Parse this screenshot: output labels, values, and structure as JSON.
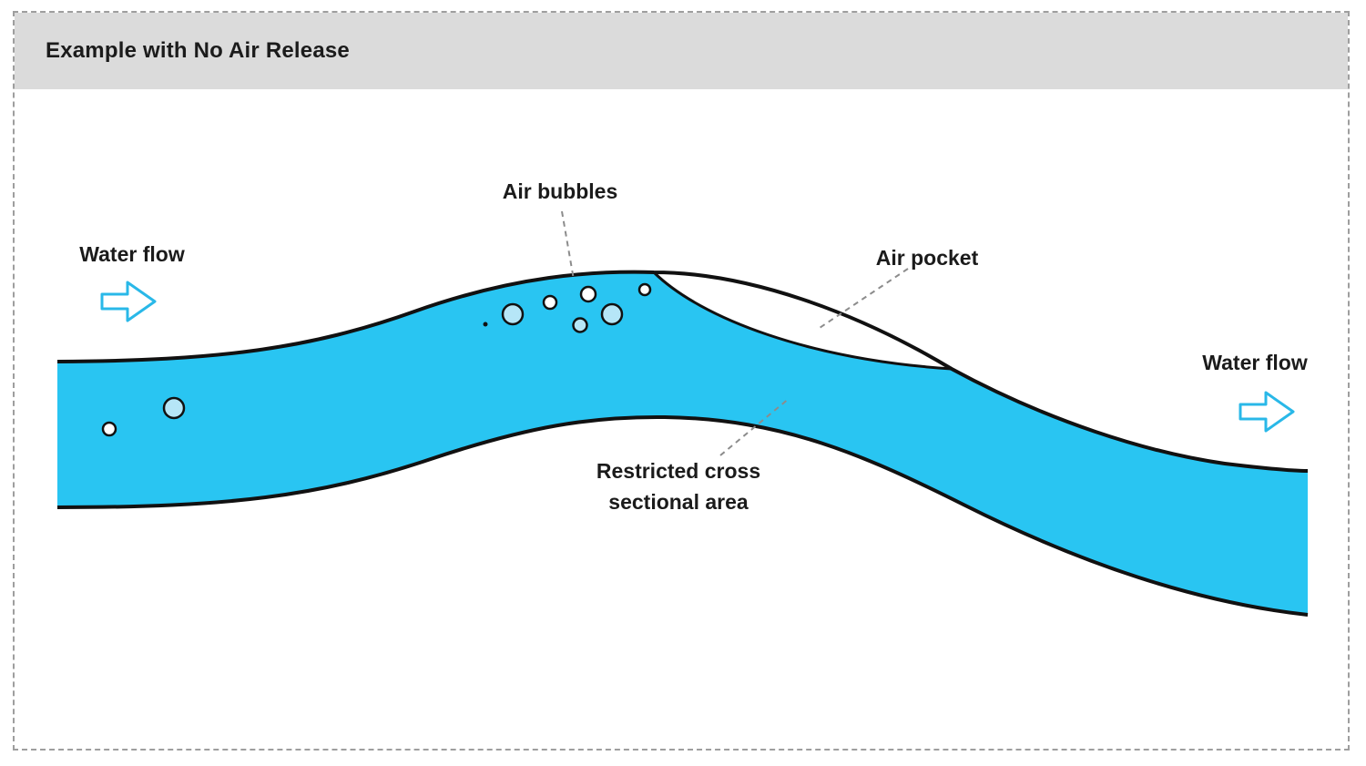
{
  "header": {
    "title": "Example with No Air Release"
  },
  "labels": {
    "water_flow_left": "Water flow",
    "air_bubbles": "Air bubbles",
    "air_pocket": "Air pocket",
    "water_flow_right": "Water flow",
    "restricted_line1": "Restricted cross",
    "restricted_line2": "sectional area"
  },
  "colors": {
    "water": "#29C5F2",
    "bubble-light": "#B6E6F7",
    "arrow": "#29B8E8",
    "header-bg": "#DBDBDB",
    "outline": "#111111",
    "leader": "#8C8C8C",
    "text": "#1B1B1B"
  }
}
